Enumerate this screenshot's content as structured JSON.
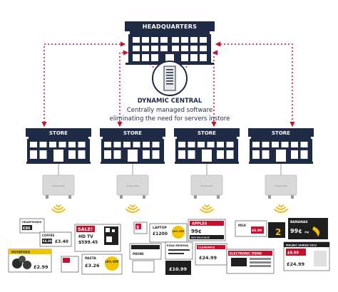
{
  "headquarters": {
    "label": "HEADQUARTERS"
  },
  "central": {
    "title": "DYNAMIC CENTRAL",
    "subtitle_line1": "Centrally managed software",
    "subtitle_line2": "eliminating the need for servers instore"
  },
  "stores": [
    {
      "label": "STORE",
      "hub_label": "Displaydata"
    },
    {
      "label": "STORE",
      "hub_label": "Displaydata"
    },
    {
      "label": "STORE",
      "hub_label": "Displaydata"
    },
    {
      "label": "STORE",
      "hub_label": "Displaydata"
    }
  ],
  "labels": {
    "headphones": "HEADPHONES",
    "headphones_price": "€86",
    "coffee": "COFFEE",
    "coffee_price": "£3.40",
    "coffee_price2": "€4.80",
    "potatoes": "POTATOES",
    "potatoes_price": "£2.99",
    "sale": "SALE!",
    "tv": "HD TV",
    "tv_price": "$599.45",
    "pasta": "PASTA",
    "pasta_price": "£3.26",
    "pasta_off": "10% OFF",
    "laptop": "LAPTOP",
    "laptop_price": "£1200",
    "laptop_off": "10% OFF",
    "laptop_dollar": "$",
    "apples": "APPLES",
    "apples_price": "99¢",
    "apples_sub": "RED DELICIOUS",
    "rioja": "RIOJA RESERVA",
    "phone": "PHONE",
    "clearance": "CLEARANCE",
    "clearance_price": "£24.99",
    "clearance2_price": "£10.99",
    "bananas": "BANANAS",
    "bananas_price": "99¢",
    "bananas_unit": "/kg",
    "malbec": "MALBEC SHIRAZ 2013",
    "malbec_price": "£8.99",
    "electronics": "ELECTRONIC ITEMS",
    "electronics_price": "£24.99",
    "milk": "MILK",
    "milk_price": "£6.99",
    "juice_price": "2"
  },
  "colors": {
    "navy": "#1f2a44",
    "red": "#c8102e",
    "grey_hub": "#d8d8d8",
    "wifi": "#f2b400"
  }
}
